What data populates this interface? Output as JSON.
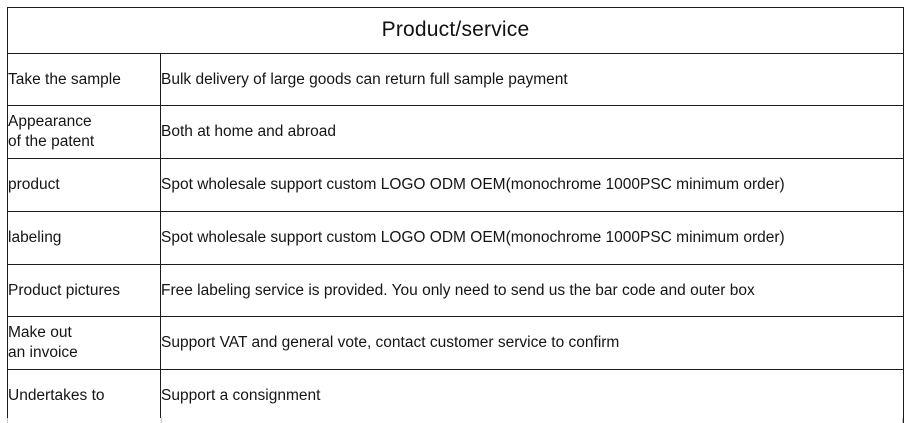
{
  "table": {
    "title": "Product/service",
    "columns": [
      "label",
      "value"
    ],
    "rows": [
      {
        "label": "Take the sample",
        "value": "Bulk delivery of large goods can return full sample payment",
        "label_lines": 1
      },
      {
        "label": "Appearance\nof the patent",
        "value": "Both at home and abroad",
        "label_lines": 2
      },
      {
        "label": "product",
        "value": "Spot wholesale support custom LOGO ODM OEM(monochrome 1000PSC minimum order)",
        "label_lines": 1
      },
      {
        "label": "labeling",
        "value": "Spot wholesale support custom LOGO ODM OEM(monochrome 1000PSC minimum order)",
        "label_lines": 1
      },
      {
        "label": "Product pictures",
        "value": "Free labeling service is provided. You only need to send us the bar code and outer box",
        "label_lines": 1
      },
      {
        "label": "Make out\nan invoice",
        "value": "Support VAT and general vote, contact customer service to confirm",
        "label_lines": 2
      },
      {
        "label": "Undertakes to",
        "value": "Support a consignment",
        "label_lines": 1
      }
    ]
  },
  "colors": {
    "border": "#1c1c1c",
    "text": "#151515",
    "background": "#ffffff"
  }
}
